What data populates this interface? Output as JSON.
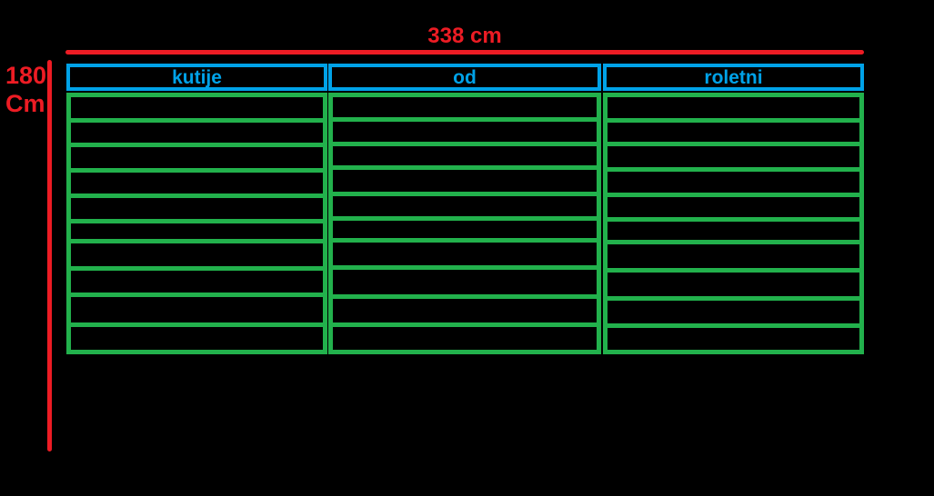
{
  "diagram": {
    "width_dimension": {
      "label": "338 cm"
    },
    "height_dimension": {
      "value": "180",
      "unit": "Cm"
    },
    "columns": [
      {
        "label": "kutije",
        "slat_count": 10
      },
      {
        "label": "od",
        "slat_count": 10
      },
      {
        "label": "roletni",
        "slat_count": 10
      }
    ]
  },
  "colors": {
    "background": "#000000",
    "dimension_red": "#ed1c24",
    "slat_green": "#22b14c",
    "header_blue": "#00a2e8"
  }
}
